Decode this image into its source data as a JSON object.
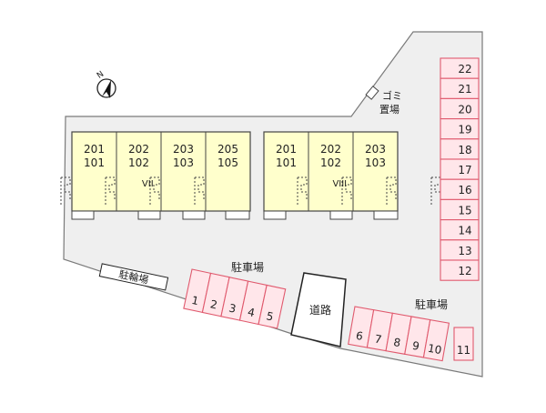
{
  "colors": {
    "lot": "#efefef",
    "lot_outline": "#7a7a7a",
    "building": "#ffffcc",
    "building_outline": "#444444",
    "parking_fill": "#ffe6ea",
    "parking_outline": "#e05a6e",
    "road": "#ffffff",
    "text": "#222222"
  },
  "compass": {
    "label": "N"
  },
  "buildings": [
    {
      "name": "VII",
      "units": [
        {
          "top": "201",
          "bottom": "101"
        },
        {
          "top": "202",
          "bottom": "102"
        },
        {
          "top": "203",
          "bottom": "103"
        },
        {
          "top": "205",
          "bottom": "105"
        }
      ]
    },
    {
      "name": "VIII",
      "units": [
        {
          "top": "201",
          "bottom": "101"
        },
        {
          "top": "202",
          "bottom": "102"
        },
        {
          "top": "203",
          "bottom": "103"
        }
      ]
    }
  ],
  "garbage": {
    "line1": "ゴミ",
    "line2": "置場"
  },
  "bicycle": {
    "label": "駐輪場"
  },
  "road": {
    "label": "道路"
  },
  "parking_labels": [
    "駐車場",
    "駐車場"
  ],
  "parking": {
    "left": [
      "1",
      "2",
      "3",
      "4",
      "5"
    ],
    "bottom": [
      "6",
      "7",
      "8",
      "9",
      "10"
    ],
    "single": [
      "11"
    ],
    "right": [
      "22",
      "21",
      "20",
      "19",
      "18",
      "17",
      "16",
      "15",
      "14",
      "13",
      "12"
    ]
  }
}
